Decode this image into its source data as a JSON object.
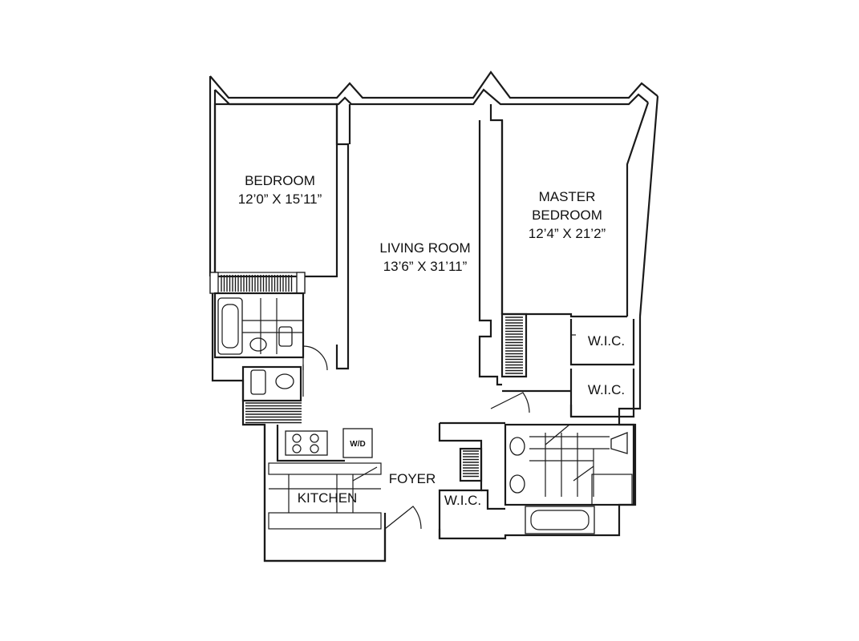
{
  "rooms": {
    "bedroom": {
      "name": "BEDROOM",
      "size": "12’0” X 15’11”"
    },
    "living_room": {
      "name": "LIVING ROOM",
      "size": "13’6” X 31’11”"
    },
    "master_bedroom": {
      "name_line1": "MASTER",
      "name_line2": "BEDROOM",
      "size": "12’4” X 21’2”"
    },
    "wic_1": {
      "name": "W.I.C."
    },
    "wic_2": {
      "name": "W.I.C."
    },
    "wic_foyer": {
      "name": "W.I.C."
    },
    "kitchen": {
      "name": "KITCHEN"
    },
    "foyer": {
      "name": "FOYER"
    }
  },
  "appliances": {
    "washer_dryer": "W/D"
  }
}
